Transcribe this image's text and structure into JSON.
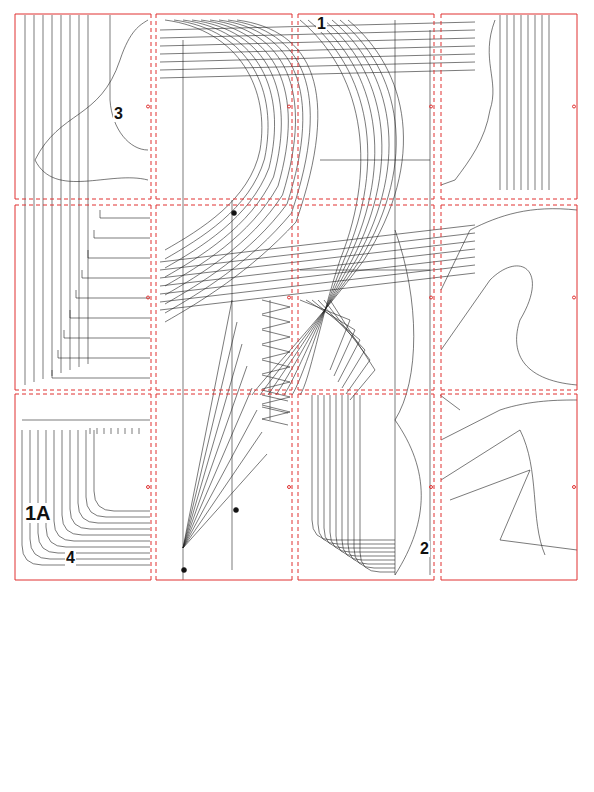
{
  "diagram": {
    "labels": [
      "3",
      "1",
      "1A",
      "4",
      "2"
    ]
  }
}
